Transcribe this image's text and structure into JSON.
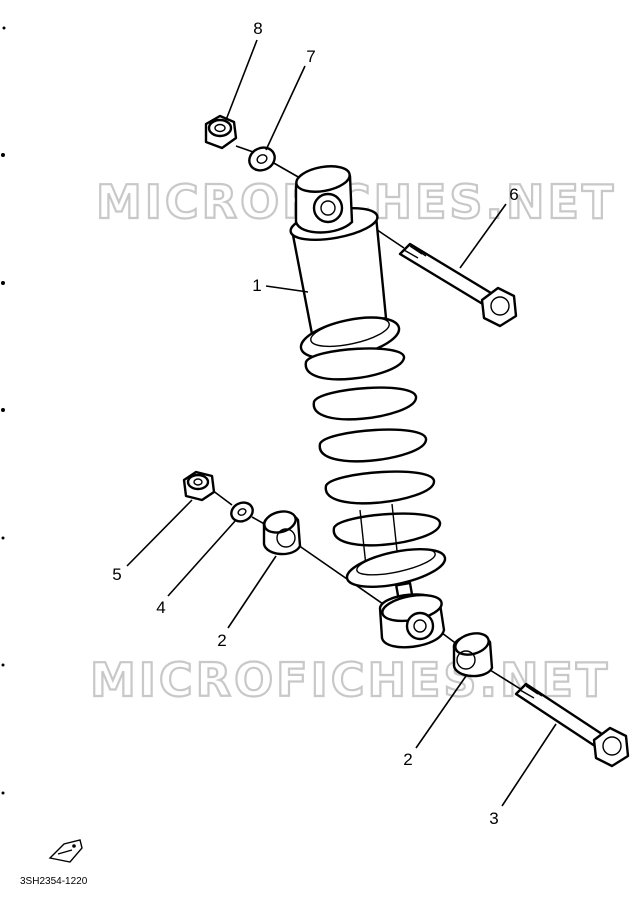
{
  "watermark": "MICROFICHES.NET",
  "diagram_code": "3SH2354-1220",
  "parts": [
    {
      "num": "1",
      "name": "shock-absorber"
    },
    {
      "num": "2",
      "name": "bushing"
    },
    {
      "num": "3",
      "name": "bolt"
    },
    {
      "num": "4",
      "name": "washer"
    },
    {
      "num": "5",
      "name": "nut"
    },
    {
      "num": "6",
      "name": "bolt"
    },
    {
      "num": "7",
      "name": "washer"
    },
    {
      "num": "8",
      "name": "nut"
    }
  ]
}
